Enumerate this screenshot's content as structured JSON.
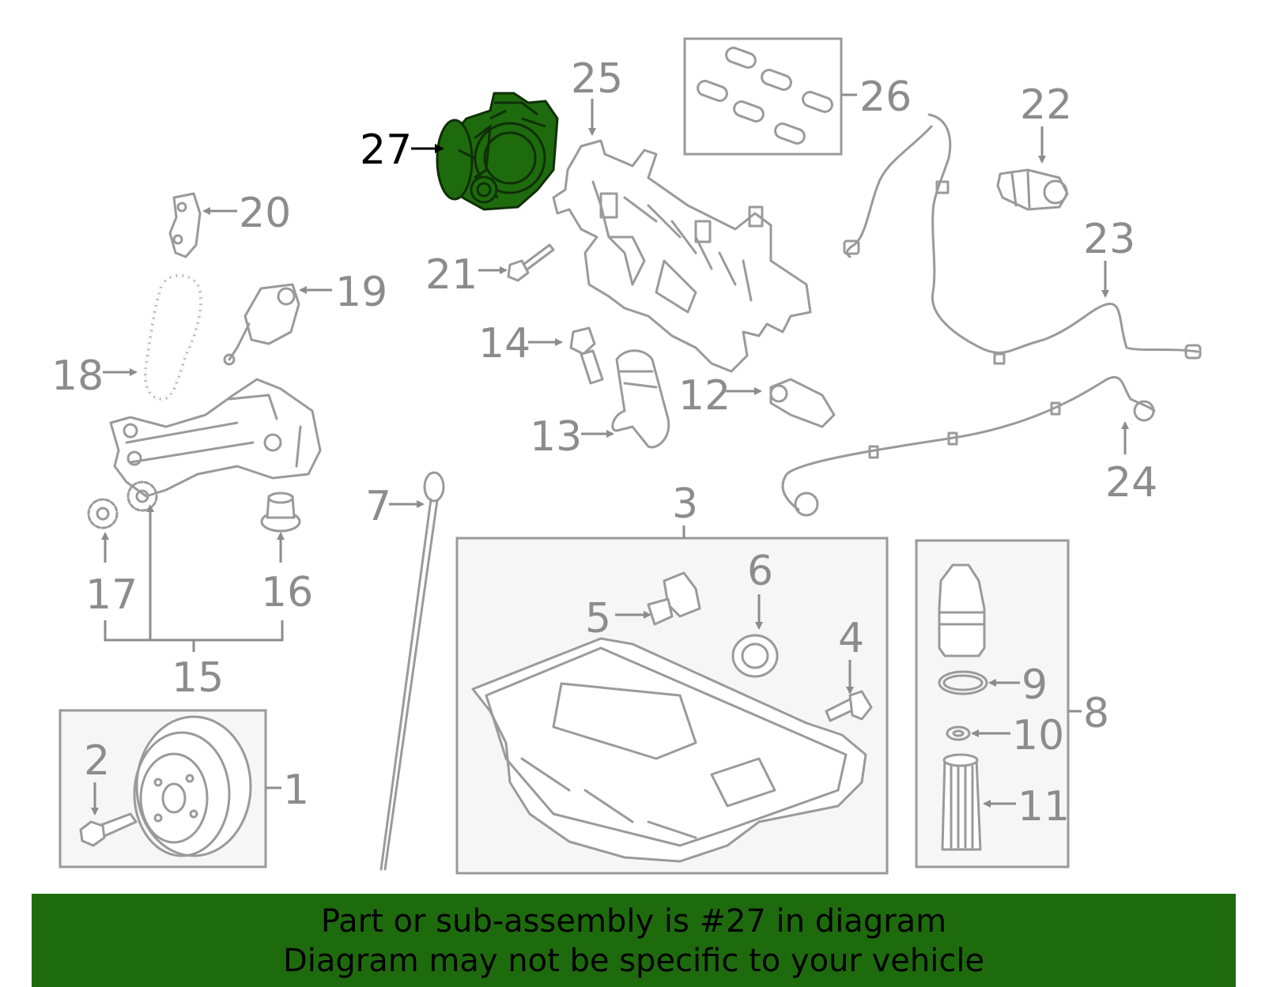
{
  "highlight_color": "#1e6b0e",
  "highlighted_part": "27",
  "callouts": {
    "p1": "1",
    "p2": "2",
    "p3": "3",
    "p4": "4",
    "p5": "5",
    "p6": "6",
    "p7": "7",
    "p8": "8",
    "p9": "9",
    "p10": "10",
    "p11": "11",
    "p12": "12",
    "p13": "13",
    "p14": "14",
    "p15": "15",
    "p16": "16",
    "p17": "17",
    "p18": "18",
    "p19": "19",
    "p20": "20",
    "p21": "21",
    "p22": "22",
    "p23": "23",
    "p24": "24",
    "p25": "25",
    "p26": "26",
    "p27": "27"
  },
  "banner": {
    "line1": "Part or sub-assembly is #27 in diagram",
    "line2": "Diagram may not be specific to your vehicle"
  }
}
